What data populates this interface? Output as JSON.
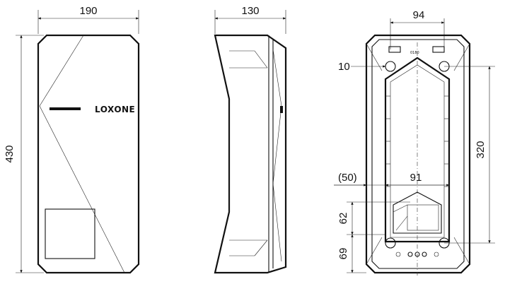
{
  "front_view": {
    "brand": "LOXONE",
    "width_dim": "190",
    "height_dim": "430"
  },
  "side_view": {
    "depth_dim": "130"
  },
  "back_view": {
    "top_hole_spacing": "94",
    "hole_diameter": "10",
    "vertical_hole_spacing": "320",
    "left_offset": "(50)",
    "lower_span": "91",
    "lower_height_a": "62",
    "lower_height_b": "69",
    "label_code": "0180"
  }
}
